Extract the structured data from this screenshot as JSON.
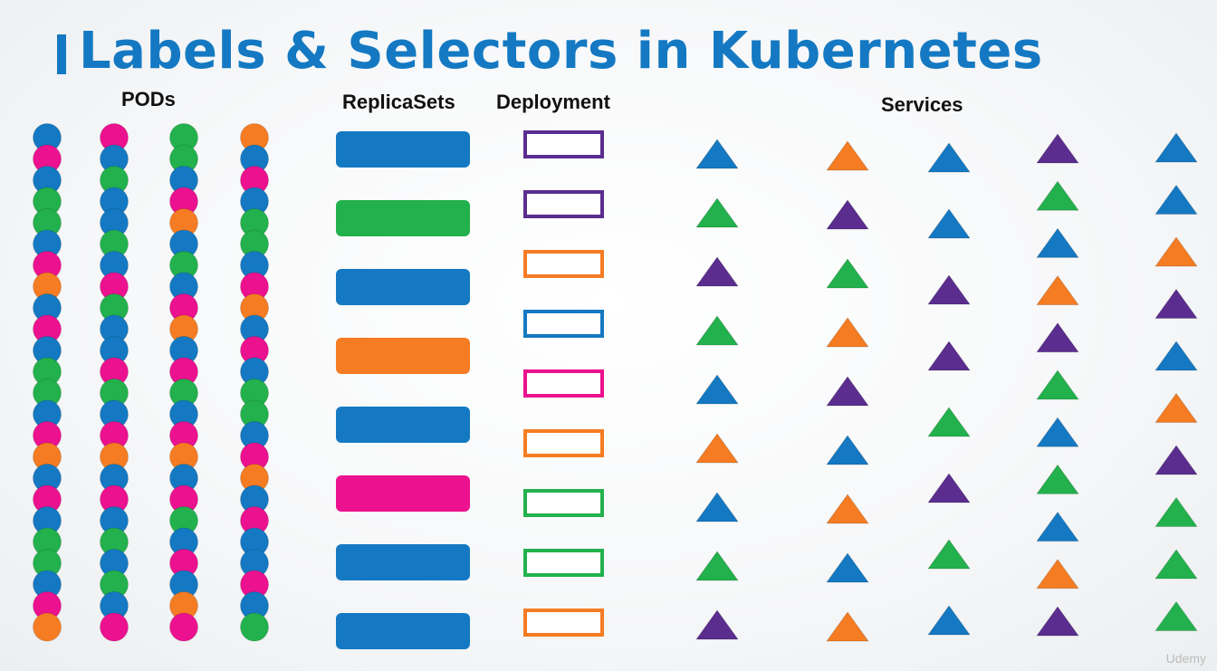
{
  "title": "Labels & Selectors in Kubernetes",
  "headings": {
    "pods": "PODs",
    "replicasets": "ReplicaSets",
    "deployment": "Deployment",
    "services": "Services"
  },
  "watermark": "Udemy",
  "colors": {
    "title": "#1479c2",
    "blue": "#1479c2",
    "green": "#22b14c",
    "pink": "#ec118f",
    "orange": "#f57c22",
    "purple": "#5b2d8e"
  },
  "pods": [
    [
      "blue",
      "pink",
      "blue",
      "green",
      "green",
      "blue",
      "pink",
      "orange",
      "blue",
      "pink",
      "blue",
      "green",
      "green",
      "blue",
      "pink",
      "orange",
      "blue",
      "pink",
      "blue",
      "green",
      "green",
      "blue",
      "pink",
      "orange"
    ],
    [
      "pink",
      "blue",
      "green",
      "blue",
      "blue",
      "green",
      "blue",
      "pink",
      "green",
      "blue",
      "blue",
      "pink",
      "green",
      "blue",
      "pink",
      "orange",
      "blue",
      "pink",
      "blue",
      "green",
      "blue",
      "green",
      "blue",
      "pink"
    ],
    [
      "green",
      "green",
      "blue",
      "pink",
      "orange",
      "blue",
      "green",
      "blue",
      "pink",
      "orange",
      "blue",
      "pink",
      "green",
      "blue",
      "pink",
      "orange",
      "blue",
      "pink",
      "green",
      "blue",
      "pink",
      "blue",
      "orange",
      "pink"
    ],
    [
      "orange",
      "blue",
      "pink",
      "blue",
      "green",
      "green",
      "blue",
      "pink",
      "orange",
      "blue",
      "pink",
      "blue",
      "green",
      "green",
      "blue",
      "pink",
      "orange",
      "blue",
      "pink",
      "blue",
      "blue",
      "pink",
      "blue",
      "green"
    ]
  ],
  "replicasets": [
    "blue",
    "green",
    "blue",
    "orange",
    "blue",
    "pink",
    "blue",
    "blue"
  ],
  "deployments": [
    "purple",
    "purple",
    "orange",
    "blue",
    "pink",
    "orange",
    "green",
    "green",
    "orange"
  ],
  "services": [
    [
      "blue",
      "green",
      "purple",
      "green",
      "blue",
      "orange",
      "blue",
      "green",
      "purple"
    ],
    [
      "orange",
      "purple",
      "green",
      "orange",
      "purple",
      "blue",
      "orange",
      "blue",
      "orange"
    ],
    [
      "blue",
      "blue",
      "purple",
      "purple",
      "green",
      "purple",
      "green",
      "blue"
    ],
    [
      "purple",
      "green",
      "blue",
      "orange",
      "purple",
      "green",
      "blue",
      "green",
      "blue",
      "orange",
      "purple"
    ],
    [
      "blue",
      "blue",
      "orange",
      "purple",
      "blue",
      "orange",
      "purple",
      "green",
      "green",
      "green"
    ]
  ]
}
